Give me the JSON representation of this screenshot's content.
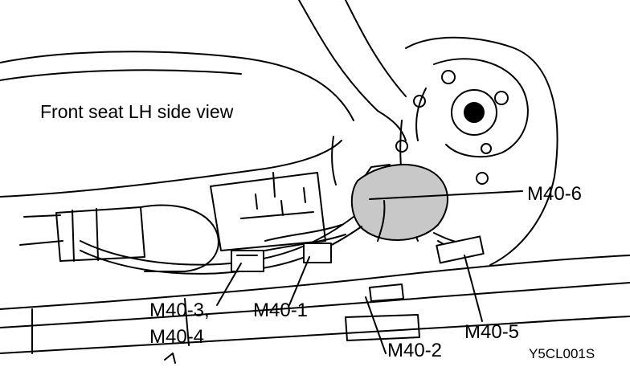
{
  "diagram": {
    "title": "Front seat LH side view",
    "callouts": {
      "m40_6": "M40-6",
      "m40_3": "M40-3,",
      "m40_4": "M40-4",
      "m40_1": "M40-1",
      "m40_2": "M40-2",
      "m40_5": "M40-5"
    },
    "figure_code": "Y5CL001S"
  },
  "colors": {
    "ink": "#000000",
    "paper": "#ffffff",
    "shade": "#c8c8c8"
  }
}
